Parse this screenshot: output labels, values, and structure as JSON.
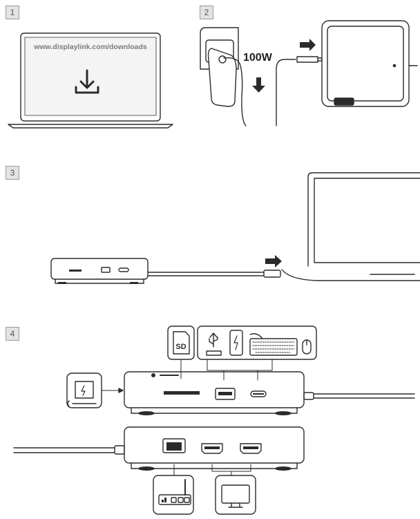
{
  "steps": [
    "1",
    "2",
    "3",
    "4"
  ],
  "download_url": "www.displaylink.com/downloads",
  "power_rating": "100W",
  "sd_label": "SD",
  "icons": {
    "download": "download-arrow-icon",
    "usb": "usb-icon",
    "phone_charge": "phone-charging-icon",
    "keyboard": "keyboard-icon",
    "mouse": "mouse-icon",
    "power_adapter": "power-adapter-icon",
    "router": "wifi-router-icon",
    "monitor": "monitor-icon",
    "ethernet": "ethernet-port-icon",
    "hdmi": "hdmi-port-icon"
  }
}
